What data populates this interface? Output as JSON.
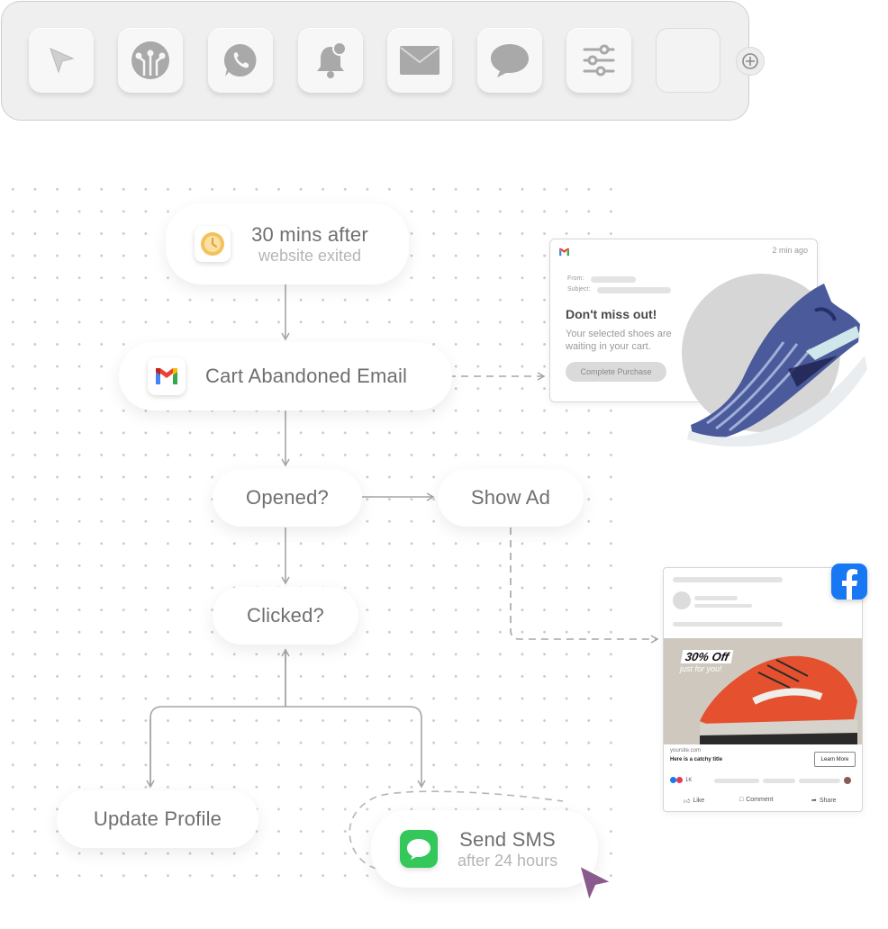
{
  "toolbar": {
    "tools": [
      {
        "icon": "cursor-icon"
      },
      {
        "icon": "integration-icon"
      },
      {
        "icon": "whatsapp-icon"
      },
      {
        "icon": "bell-icon"
      },
      {
        "icon": "mail-icon"
      },
      {
        "icon": "chat-bubble-icon"
      },
      {
        "icon": "sliders-icon"
      },
      {
        "icon": ""
      }
    ],
    "add_icon": "plus-icon"
  },
  "flow": {
    "trigger": {
      "title": "30 mins after",
      "subtitle": "website exited",
      "icon": "clock-icon"
    },
    "email_node": {
      "label": "Cart Abandoned Email",
      "icon": "gmail-icon"
    },
    "opened": "Opened?",
    "show_ad": "Show Ad",
    "clicked": "Clicked?",
    "update_profile": "Update Profile",
    "sms": {
      "title": "Send SMS",
      "subtitle": "after 24 hours",
      "icon": "messages-icon"
    }
  },
  "email_preview": {
    "time": "2 min ago",
    "from_label": "From:",
    "subject_label": "Subject:",
    "heading": "Don't miss out!",
    "body": "Your selected shoes are waiting in your cart.",
    "button": "Complete Purchase"
  },
  "ad_preview": {
    "badge": "30% Off",
    "badge_sub": "just for you!",
    "site": "yoursite.com",
    "title": "Here is a catchy title",
    "cta": "Learn More",
    "reactions": "1K",
    "like": "Like",
    "comment": "Comment",
    "share": "Share"
  },
  "colors": {
    "accent_cursor": "#8a5a8c",
    "gmail_red": "#ea4335",
    "facebook_blue": "#1877f2",
    "sms_green": "#34c759",
    "clock_yellow": "#f4c25b"
  }
}
